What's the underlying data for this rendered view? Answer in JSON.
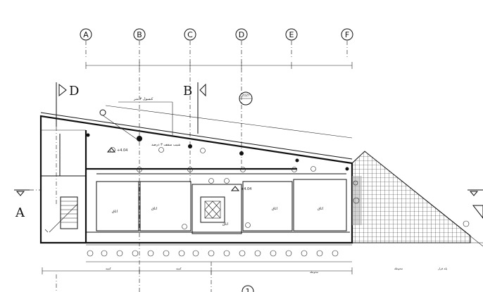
{
  "grid_axes": [
    "A",
    "B",
    "C",
    "D",
    "E",
    "F"
  ],
  "bottom_axis": "1",
  "section_marks": {
    "left_top": "D",
    "middle_top": "B",
    "left_side": "A"
  },
  "elevations": {
    "upper_left": "+4.04",
    "center": "+4.04"
  },
  "zone_tag": "ZOZY",
  "room_labels": [
    "اتاق",
    "اتاق",
    "اتاق",
    "اتاق",
    "اتاق"
  ],
  "notes": {
    "roof_slope": "شیب سقف ۳ درصد",
    "top_dim": "کنسول ۳ متر",
    "bottom_left": "کتیبه",
    "bottom_mid": "کتیبه",
    "bottom_right_1": "محوطه",
    "bottom_right_2": "محوطه",
    "bottom_right_3": "پله فرار"
  },
  "colors": {
    "ink": "#111111",
    "paper": "#ffffff",
    "hatch": "#222222"
  }
}
